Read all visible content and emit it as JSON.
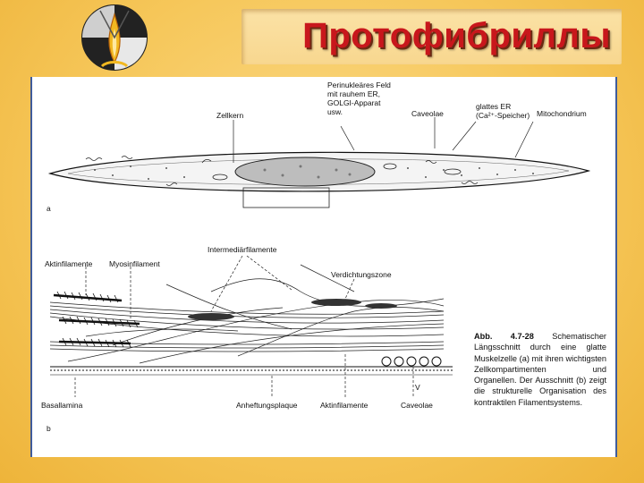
{
  "slide": {
    "title": "Протофибриллы"
  },
  "figure": {
    "labels_a": {
      "zellkern": "Zellkern",
      "perinuclear": "Perinukleäres Feld\nmit rauhem ER,\nGOLGI-Apparat\nusw.",
      "caveolae_top": "Caveolae",
      "glattes_er": "glattes ER\n(Ca²⁺-Speicher)",
      "mitochondrium": "Mitochondrium",
      "panel_a": "a"
    },
    "labels_b": {
      "intermediar": "Intermediärfilamente",
      "aktinfilamente_top": "Aktinfilamente",
      "myosinfilament": "Myosinfilament",
      "verdichtungszone": "Verdichtungszone",
      "basallamina": "Basallamina",
      "anheftungsplaque": "Anheftungsplaque",
      "aktinfilamente_bottom": "Aktinfilamente",
      "caveolae_bottom": "Caveolae",
      "v": "V",
      "panel_b": "b"
    },
    "caption": {
      "ref": "Abb. 4.7-28",
      "text": " Schematischer Längsschnitt durch eine glatte Muskelzelle (a) mit ihren wichtigsten Zellkompartimenten und Organellen. Der Ausschnitt (b) zeigt die strukturelle Organisation des kontraktilen Filamentsystems."
    }
  },
  "colors": {
    "background": "#f5c551",
    "title_text": "#c8171c",
    "frame_border": "#3f5c9c"
  }
}
